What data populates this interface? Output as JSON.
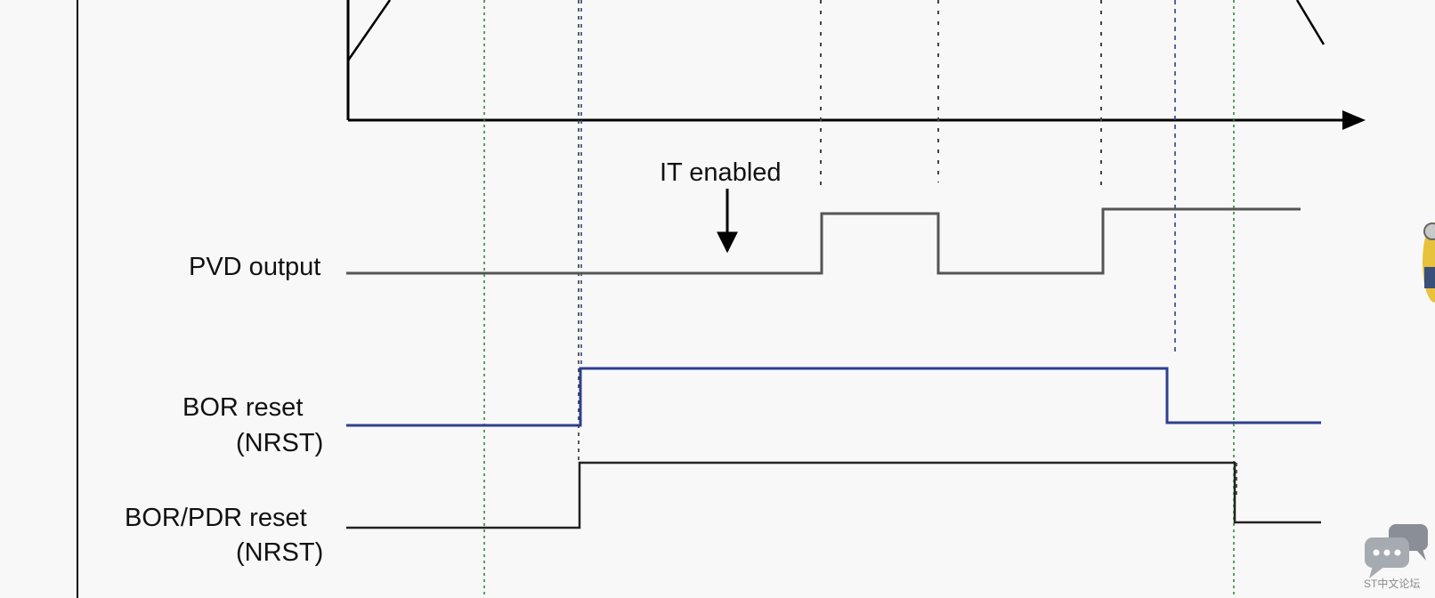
{
  "diagram": {
    "annotation": "IT enabled",
    "signals": [
      {
        "name": "pvd-output",
        "label_lines": [
          "PVD output"
        ]
      },
      {
        "name": "bor-reset",
        "label_lines": [
          "BOR reset",
          "(NRST)"
        ]
      },
      {
        "name": "bor-pdr-reset",
        "label_lines": [
          "BOR/PDR reset",
          "(NRST)"
        ]
      }
    ],
    "colors": {
      "axis": "#000000",
      "pvd_trace": "#555555",
      "bor_trace": "#2e3f8f",
      "bor_pdr_trace": "#222222",
      "marker_dark": "#444444",
      "marker_blue": "#2e3f8f",
      "marker_green": "#2e8b3a"
    }
  },
  "watermark": {
    "text": "ST中文论坛",
    "icon": "chat-bubbles-icon"
  }
}
